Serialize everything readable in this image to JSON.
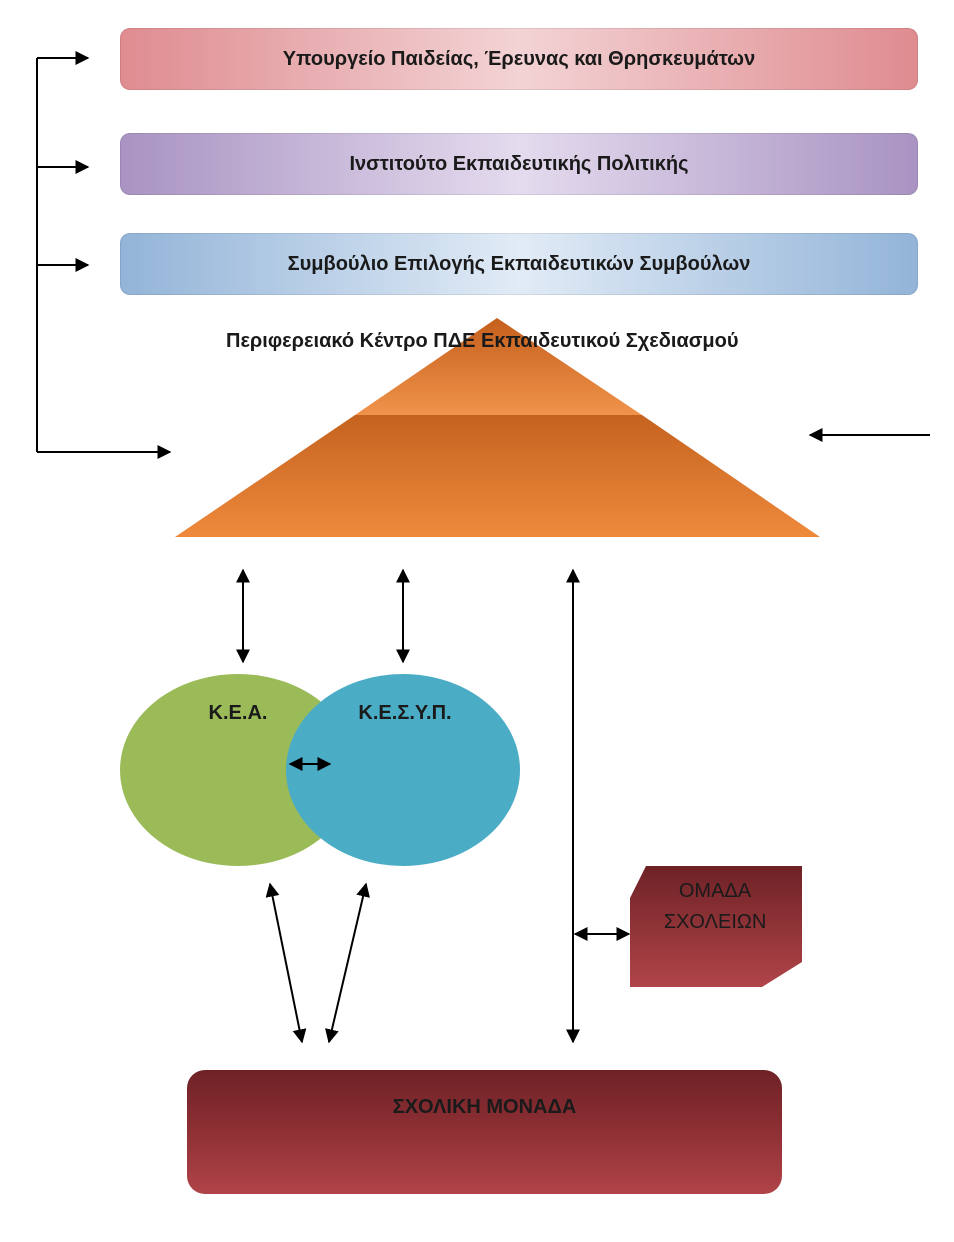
{
  "boxes": {
    "ministry": "Υπουργείο Παιδείας, Έρευνας και Θρησκευμάτων",
    "institute": "Ινστιτούτο Εκπαιδευτικής Πολιτικής",
    "council": "Συμβούλιο Επιλογής Εκπαιδευτικών Συμβούλων"
  },
  "regional_center": "Περιφερειακό Κέντρο ΠΔΕ Εκπαιδευτικού Σχεδιασμού",
  "circles": {
    "kea": "Κ.Ε.Α.",
    "kesyp": "Κ.Ε.Σ.Υ.Π."
  },
  "school_group": [
    "ΟΜΑΔΑ",
    "ΣΧΟΛΕΙΩΝ"
  ],
  "school_unit": "ΣΧΟΛΙΚΗ ΜΟΝΑΔΑ",
  "colors": {
    "pyramid": "#e27f35",
    "kea": "#9bbb59",
    "kesyp": "#4bacc6",
    "dark_red": "#8b2e33"
  }
}
